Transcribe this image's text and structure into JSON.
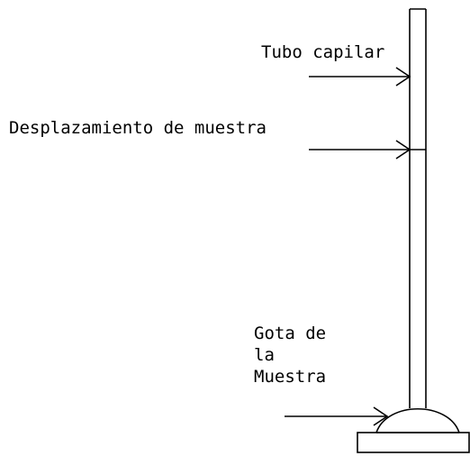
{
  "labels": {
    "capillary_tube": "Tubo capilar",
    "sample_displacement": "Desplazamiento de muestra",
    "sample_drop_line1": "Gota de",
    "sample_drop_line2": "la",
    "sample_drop_line3": "Muestra"
  },
  "colors": {
    "background": "#ffffff",
    "ink": "#000000"
  }
}
